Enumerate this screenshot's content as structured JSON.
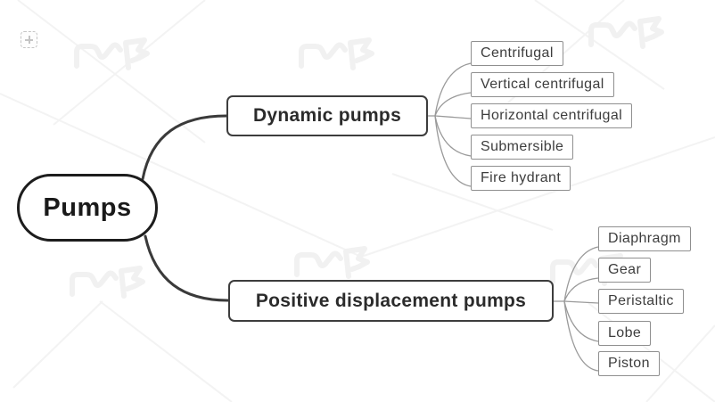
{
  "map": {
    "root": {
      "label": "Pumps"
    },
    "branches": [
      {
        "label": "Dynamic pumps",
        "children": [
          "Centrifugal",
          "Vertical centrifugal",
          "Horizontal centrifugal",
          "Submersible",
          "Fire hydrant"
        ]
      },
      {
        "label": "Positive displacement pumps",
        "children": [
          "Diaphragm",
          "Gear",
          "Peristaltic",
          "Lobe",
          "Piston"
        ]
      }
    ]
  },
  "icons": {
    "corner": "grid-plus-icon",
    "watermark": "edraw-logo-watermark"
  },
  "colors": {
    "background": "#ffffff",
    "root_border": "#1d1d1d",
    "branch_border": "#3d3d3d",
    "leaf_border": "#8f8f8f",
    "main_link": "#3a3a3a",
    "leaf_link": "#9a9a9a",
    "text": "#2b2b2b",
    "watermark": "#f1f1f1"
  }
}
